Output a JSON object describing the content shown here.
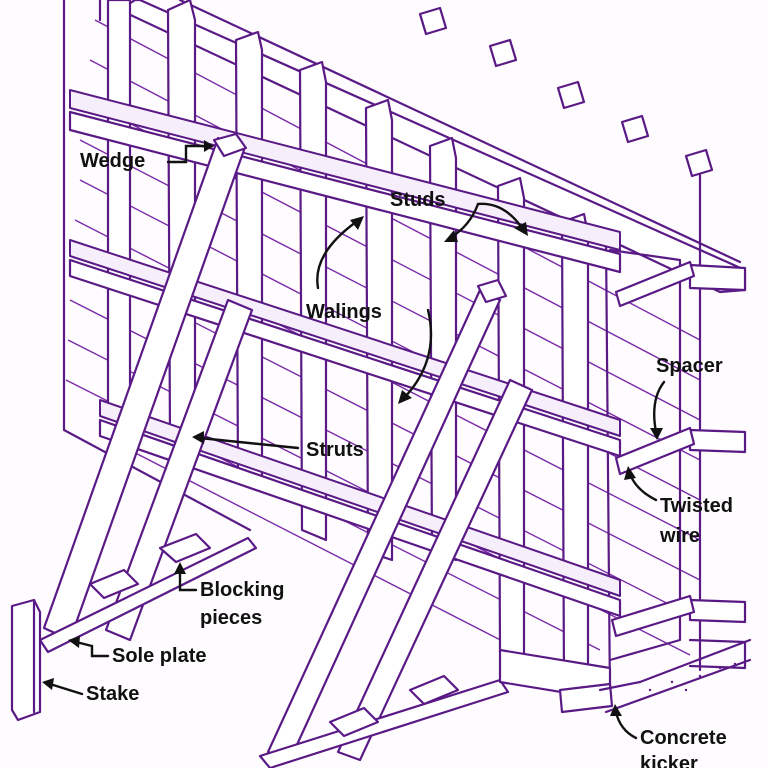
{
  "diagram": {
    "labels": {
      "wedge": "Wedge",
      "studs": "Studs",
      "walings": "Walings",
      "struts": "Struts",
      "spacer": "Spacer",
      "twisted_wire_1": "Twisted",
      "twisted_wire_2": "wire",
      "blocking_1": "Blocking",
      "blocking_2": "pieces",
      "sole_plate": "Sole plate",
      "stake": "Stake",
      "concrete_1": "Concrete",
      "concrete_2": "kicker"
    },
    "colors": {
      "line_ink": "#5a1a86",
      "label_text": "#111111",
      "paper": "#fefcfe"
    }
  }
}
